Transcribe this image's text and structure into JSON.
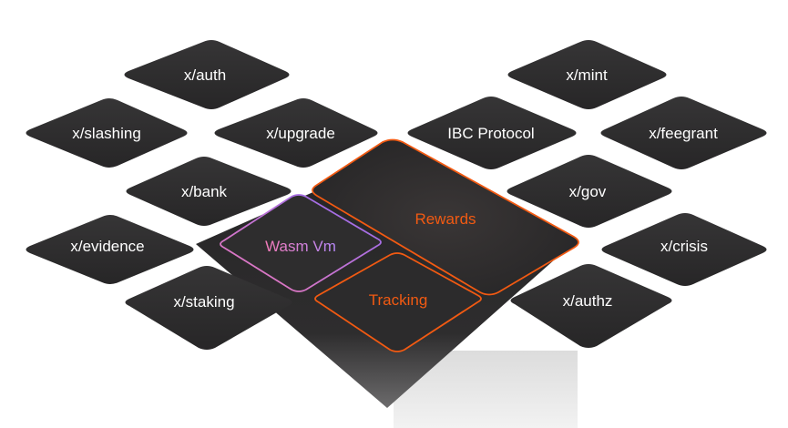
{
  "tiles_left": {
    "auth": "x/auth",
    "slashing": "x/slashing",
    "upgrade": "x/upgrade",
    "bank": "x/bank",
    "evidence": "x/evidence",
    "staking": "x/staking"
  },
  "tiles_right": {
    "mint": "x/mint",
    "ibc": "IBC Protocol",
    "feegrant": "x/feegrant",
    "gov": "x/gov",
    "crisis": "x/crisis",
    "authz": "x/authz"
  },
  "highlights": {
    "wasm": "Wasm Vm",
    "rewards": "Rewards",
    "tracking": "Tracking"
  },
  "colors": {
    "tile": "#2e2d2e",
    "label": "#ffffff",
    "accent_orange": "#f25a12",
    "accent_purple": "#9a6cf0",
    "accent_pink": "#f07ab8",
    "pillar": "#e9e9e9",
    "background": "#ffffff"
  }
}
